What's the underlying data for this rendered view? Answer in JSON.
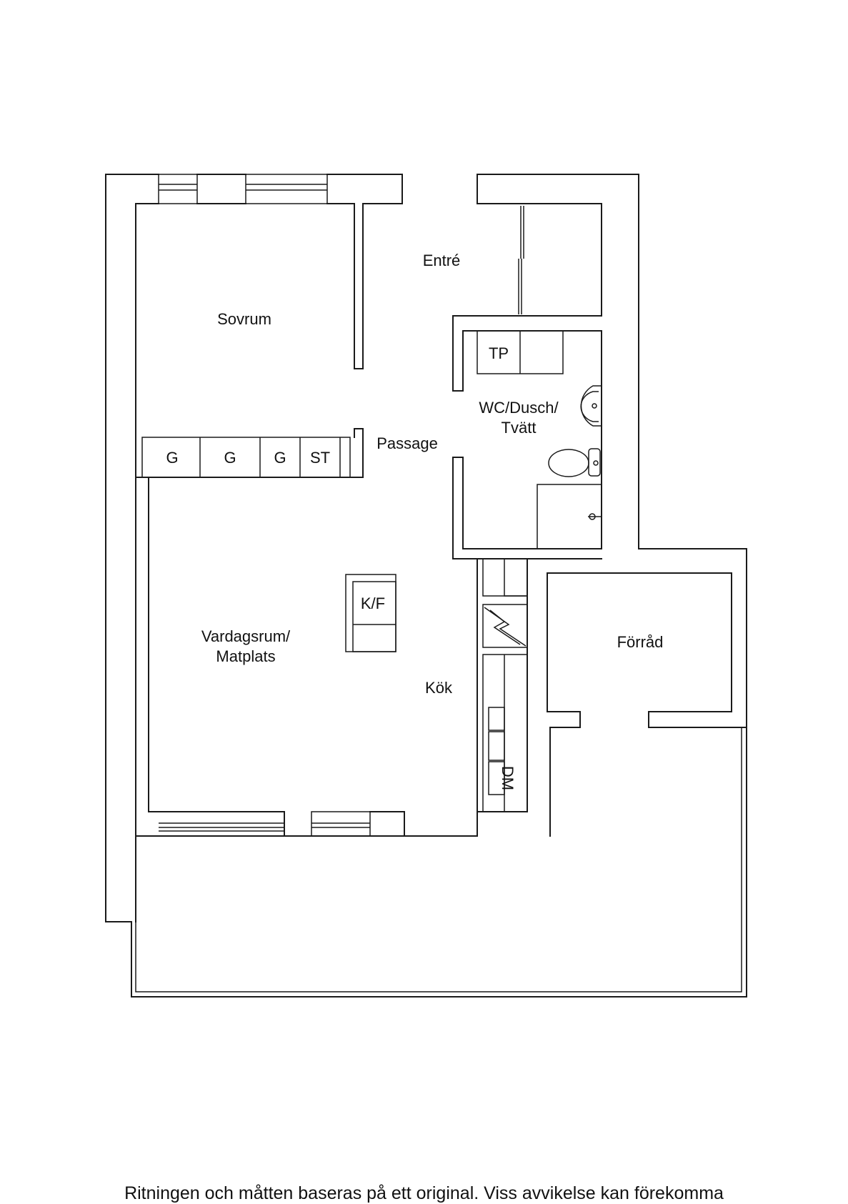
{
  "rooms": {
    "entre": "Entré",
    "sovrum": "Sovrum",
    "wc_line1": "WC/Dusch/",
    "wc_line2": "Tvätt",
    "passage": "Passage",
    "vardagsrum_line1": "Vardagsrum/",
    "vardagsrum_line2": "Matplats",
    "kok": "Kök",
    "forrad": "Förråd"
  },
  "fixtures": {
    "tp": "TP",
    "wardrobe_1": "G",
    "wardrobe_2": "G",
    "wardrobe_3": "G",
    "storage": "ST",
    "fridge_freezer": "K/F",
    "dishwasher": "DM"
  },
  "footer": {
    "disclaimer": "Ritningen och måtten baseras på ett original. Viss avvikelse kan förekomma"
  }
}
